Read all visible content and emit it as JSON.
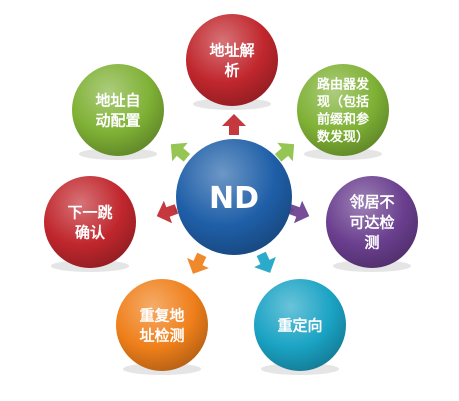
{
  "center": {
    "label": "ND",
    "color": "#1f5fa8"
  },
  "nodes": [
    {
      "id": "address-resolution",
      "lines": [
        "地址解",
        "析"
      ],
      "color": "#c0272d",
      "arrow_color": "#c0272d"
    },
    {
      "id": "router-discovery",
      "lines": [
        "路由器发",
        "现（包括",
        "前缀和参",
        "数发现）"
      ],
      "color": "#7fb135",
      "arrow_color": "#8cc043"
    },
    {
      "id": "neighbor-unreachability",
      "lines": [
        "邻居不",
        "可达检",
        "测"
      ],
      "color": "#6a3f8f",
      "arrow_color": "#6a3f8f"
    },
    {
      "id": "redirect",
      "lines": [
        "重定向"
      ],
      "color": "#1aa3c4",
      "arrow_color": "#1aa3c4"
    },
    {
      "id": "duplicate-address-detection",
      "lines": [
        "重复地",
        "址检测"
      ],
      "color": "#ef7f1a",
      "arrow_color": "#ef7f1a"
    },
    {
      "id": "next-hop-confirmation",
      "lines": [
        "下一跳",
        "确认"
      ],
      "color": "#c0272d",
      "arrow_color": "#c0272d"
    },
    {
      "id": "address-autoconfig",
      "lines": [
        "地址自",
        "动配置"
      ],
      "color": "#7fb135",
      "arrow_color": "#8cc043"
    }
  ]
}
